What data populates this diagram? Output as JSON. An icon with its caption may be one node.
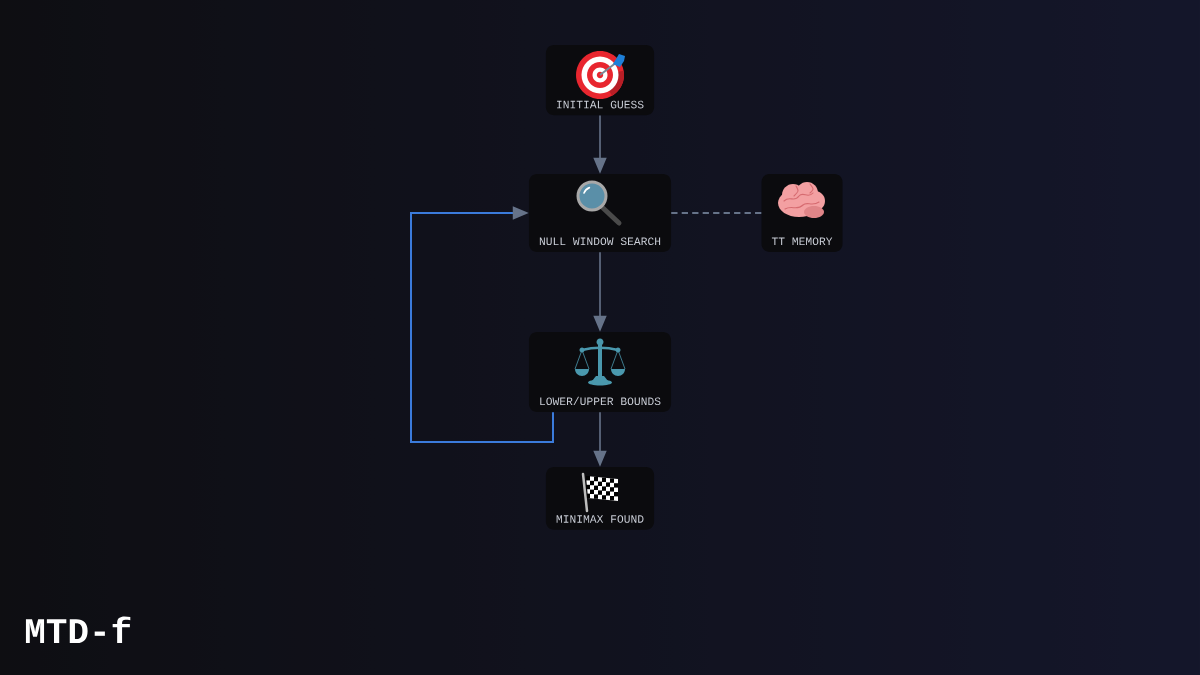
{
  "diagram": {
    "title": "MTD-f",
    "nodes": [
      {
        "text": [
          "INITIAL GUESS"
        ]
      },
      {
        "text": [
          "NULL WINDOW SEARCH"
        ]
      },
      {
        "text": [
          "TT MEMORY"
        ]
      },
      {
        "text": [
          "LOWER/UPPER BOUNDS"
        ]
      },
      {
        "text": [
          "MINIMAX FOUND"
        ]
      }
    ],
    "edges": [
      {
        "from": 0,
        "to": 1,
        "arrow": "to"
      },
      {
        "from": 1,
        "to": 2,
        "arrow": "none",
        "style": "dashed"
      },
      {
        "from": 1,
        "to": 3,
        "arrow": "to"
      },
      {
        "from": 3,
        "to": 4,
        "arrow": "to"
      },
      {
        "from": 3,
        "to": 1,
        "arrow": "to",
        "color": "#3b7bdb"
      }
    ]
  }
}
